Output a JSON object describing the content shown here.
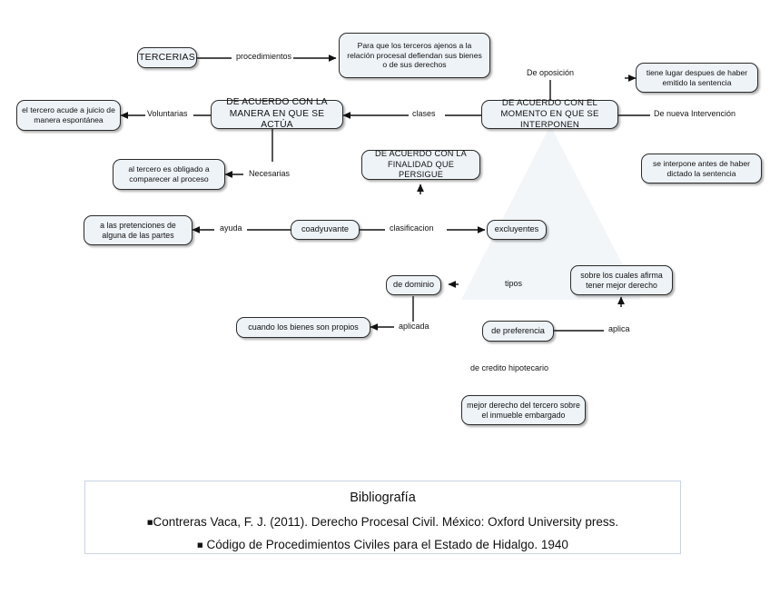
{
  "diagram": {
    "title": "Mapa conceptual de Tercerías",
    "colors": {
      "node_fill": "#eef3f7",
      "node_border": "#2b2b2b",
      "text": "#111111",
      "biblio_border": "#c8d3e4",
      "watermark": "#f2f5f8"
    },
    "nodes": [
      {
        "id": "tercerias",
        "text": "TERCERIAS"
      },
      {
        "id": "proposito",
        "text": "Para que los terceros ajenos a la relación procesal defiendan sus bienes o de sus derechos"
      },
      {
        "id": "manera",
        "text": "DE ACUERDO CON LA MANERA EN QUE SE ACTÚA"
      },
      {
        "id": "momento",
        "text": "DE ACUERDO CON EL MOMENTO EN QUE SE INTERPONEN"
      },
      {
        "id": "espontanea",
        "text": "el tercero acude a juicio de manera espontánea"
      },
      {
        "id": "obligado",
        "text": "al tercero es obligado a comparecer al proceso"
      },
      {
        "id": "despues",
        "text": "tiene lugar despues de haber emitido la sentencia"
      },
      {
        "id": "antes",
        "text": "se interpone antes de haber dictado la sentencia"
      },
      {
        "id": "finalidad",
        "text": "DE ACUERDO CON LA FINALIDAD QUE PERSIGUE"
      },
      {
        "id": "pretenciones",
        "text": "a las pretenciones de alguna de las partes"
      },
      {
        "id": "coadyuvante",
        "text": "coadyuvante"
      },
      {
        "id": "excluyentes",
        "text": "excluyentes"
      },
      {
        "id": "dominio",
        "text": "de dominio"
      },
      {
        "id": "bienes-propios",
        "text": "cuando los bienes son propios"
      },
      {
        "id": "mejor-derecho",
        "text": "sobre los cuales afirma tener mejor derecho"
      },
      {
        "id": "preferencia",
        "text": "de preferencia"
      },
      {
        "id": "inmueble",
        "text": "mejor derecho del tercero sobre el inmueble embargado"
      }
    ],
    "edge_labels": [
      {
        "id": "procedimientos",
        "text": "procedimientos"
      },
      {
        "id": "clases",
        "text": "clases"
      },
      {
        "id": "voluntarias",
        "text": "Voluntarias"
      },
      {
        "id": "necesarias",
        "text": "Necesarias"
      },
      {
        "id": "oposicion",
        "text": "De oposición"
      },
      {
        "id": "nueva",
        "text": "De nueva Intervención"
      },
      {
        "id": "ayuda",
        "text": "ayuda"
      },
      {
        "id": "clasificacion",
        "text": "clasificacion"
      },
      {
        "id": "aplicada",
        "text": "aplicada"
      },
      {
        "id": "tipos",
        "text": "tipos"
      },
      {
        "id": "aplica",
        "text": "aplica"
      },
      {
        "id": "credito",
        "text": "de credito hipotecario"
      }
    ]
  },
  "bibliography": {
    "title": "Bibliografía",
    "bullet": "■",
    "entries": [
      "Contreras Vaca, F. J. (2011). Derecho Procesal Civil. México: Oxford University press.",
      "Código de Procedimientos Civiles para el Estado de Hidalgo. 1940"
    ]
  }
}
